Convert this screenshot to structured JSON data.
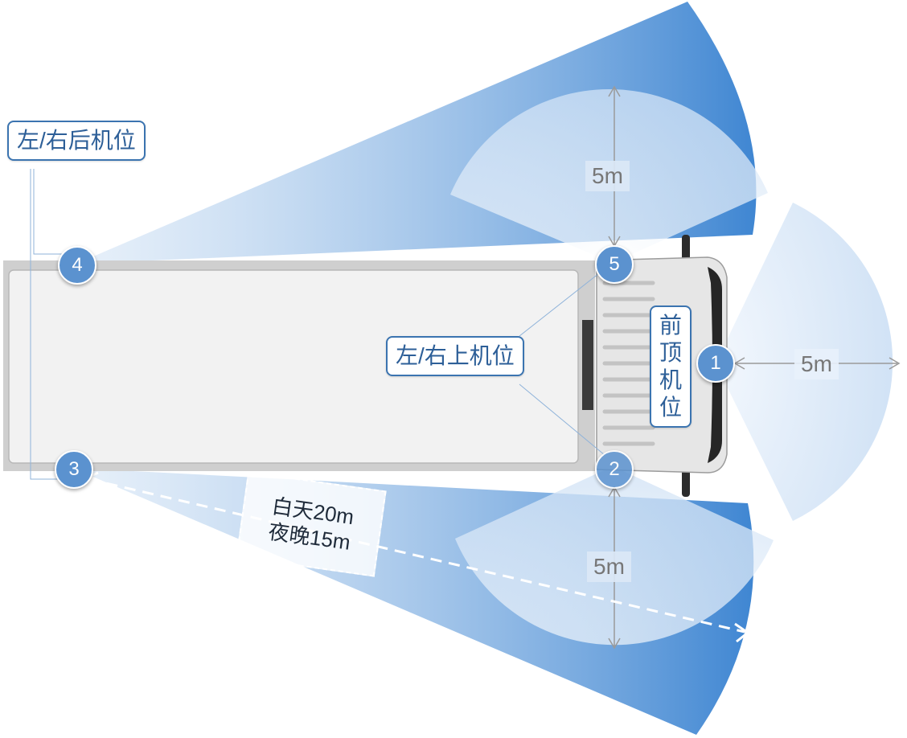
{
  "labels": {
    "rear_camera": "左/右后机位",
    "upper_camera": "左/右上机位",
    "front_top_camera": [
      "前",
      "顶",
      "机",
      "位"
    ]
  },
  "distances": {
    "top_side": "5m",
    "front": "5m",
    "bottom_side": "5m"
  },
  "rear_range": {
    "day": "白天20m",
    "night": "夜晚15m"
  },
  "markers": [
    "1",
    "2",
    "3",
    "4",
    "5"
  ],
  "colors": {
    "accent": "#3b74b0",
    "coverage_dark": "#4a8fd6",
    "coverage_light": "#dbe9f8",
    "marker": "#5b92cf",
    "truck_body": "#f2f2f2"
  }
}
